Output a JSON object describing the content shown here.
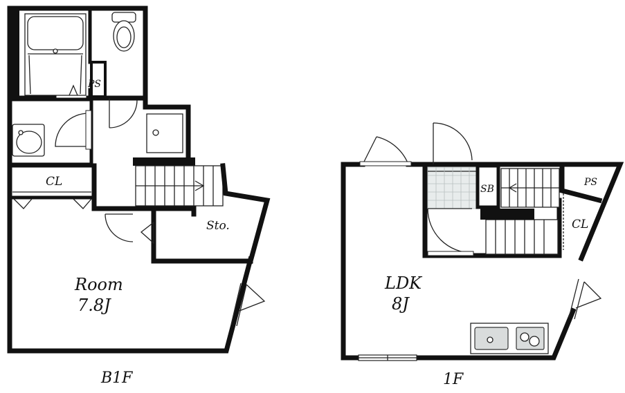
{
  "b1f": {
    "floor_label": "B1F",
    "room_name": "Room",
    "room_size": "7.8J",
    "closet": "CL",
    "storage": "Sto.",
    "pipe_space": "PS"
  },
  "f1": {
    "floor_label": "1F",
    "room_name": "LDK",
    "room_size": "8J",
    "shoe_box": "SB",
    "pipe_space": "PS",
    "closet": "CL"
  }
}
